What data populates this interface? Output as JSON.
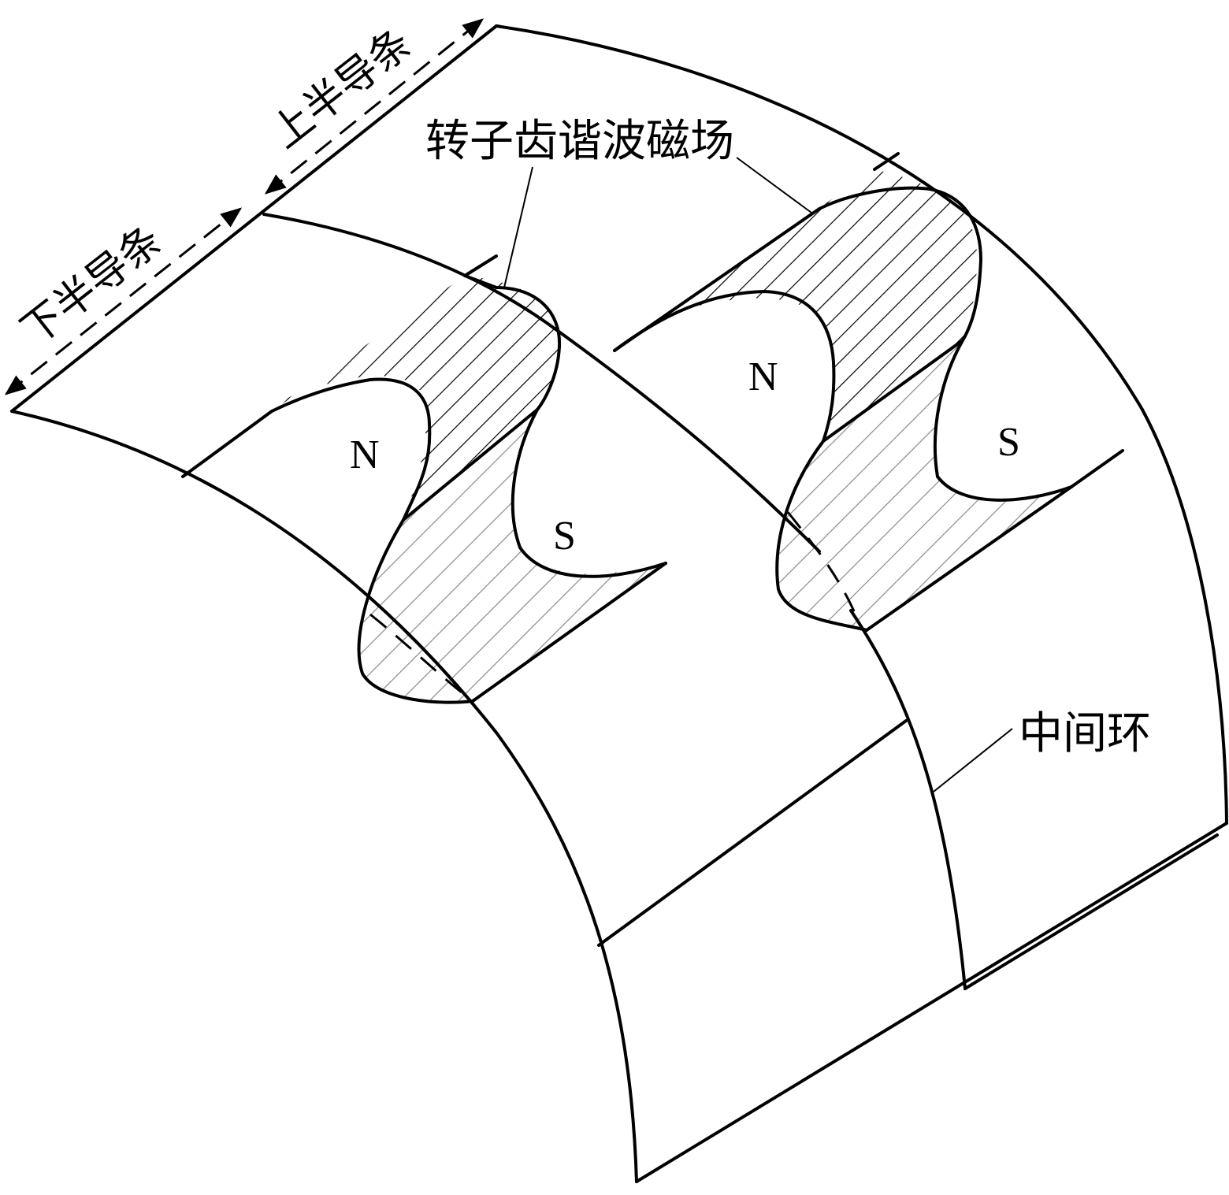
{
  "labels": {
    "upper_conductor": "上半导条",
    "lower_conductor": "下半导条",
    "rotor_field": "转子齿谐波磁场",
    "middle_ring": "中间环"
  },
  "poles": {
    "left_n": "N",
    "left_s": "S",
    "right_n": "N",
    "right_s": "S"
  },
  "colors": {
    "line": "#000000",
    "dark_hatch": "#000000",
    "light_hatch": "#8a8a8a",
    "background": "#ffffff"
  }
}
